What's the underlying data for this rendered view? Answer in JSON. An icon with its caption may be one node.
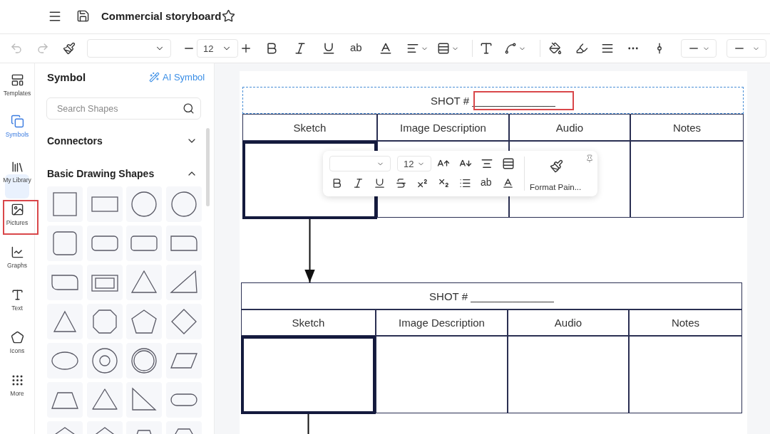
{
  "diagram": {
    "title": "Commercial storyboard",
    "nodes": [
      {
        "text": [
          "SHOT # ______________"
        ]
      },
      {
        "text": [
          "Sketch"
        ]
      },
      {
        "text": [
          "Image Description"
        ]
      },
      {
        "text": [
          "Audio"
        ]
      },
      {
        "text": [
          "Notes"
        ]
      },
      {
        "text": [],
        "shape": "box"
      },
      {
        "text": [],
        "shape": "box"
      },
      {
        "text": [],
        "shape": "box"
      },
      {
        "text": [],
        "shape": "box"
      },
      {
        "text": [
          "SHOT # ______________"
        ]
      },
      {
        "text": [
          "Sketch"
        ]
      },
      {
        "text": [
          "Image Description"
        ]
      },
      {
        "text": [
          "Audio"
        ]
      },
      {
        "text": [
          "Notes"
        ]
      },
      {
        "text": [],
        "shape": "box"
      },
      {
        "text": [],
        "shape": "box"
      },
      {
        "text": [],
        "shape": "box"
      },
      {
        "text": [],
        "shape": "box"
      }
    ],
    "edges": [
      {
        "from": 5,
        "to": 9,
        "arrow": "to"
      },
      {
        "from": 14,
        "to": null,
        "arrow": "none"
      }
    ],
    "labels": [
      "12",
      "ab",
      "Templates",
      "Symbols",
      "My Library",
      "Pictures",
      "Graphs",
      "Text",
      "Icons",
      "More",
      "Symbol",
      "AI Symbol",
      "Search Shapes",
      "Connectors",
      "Basic Drawing Shapes",
      "12",
      "ab",
      "Format Pain..."
    ]
  }
}
